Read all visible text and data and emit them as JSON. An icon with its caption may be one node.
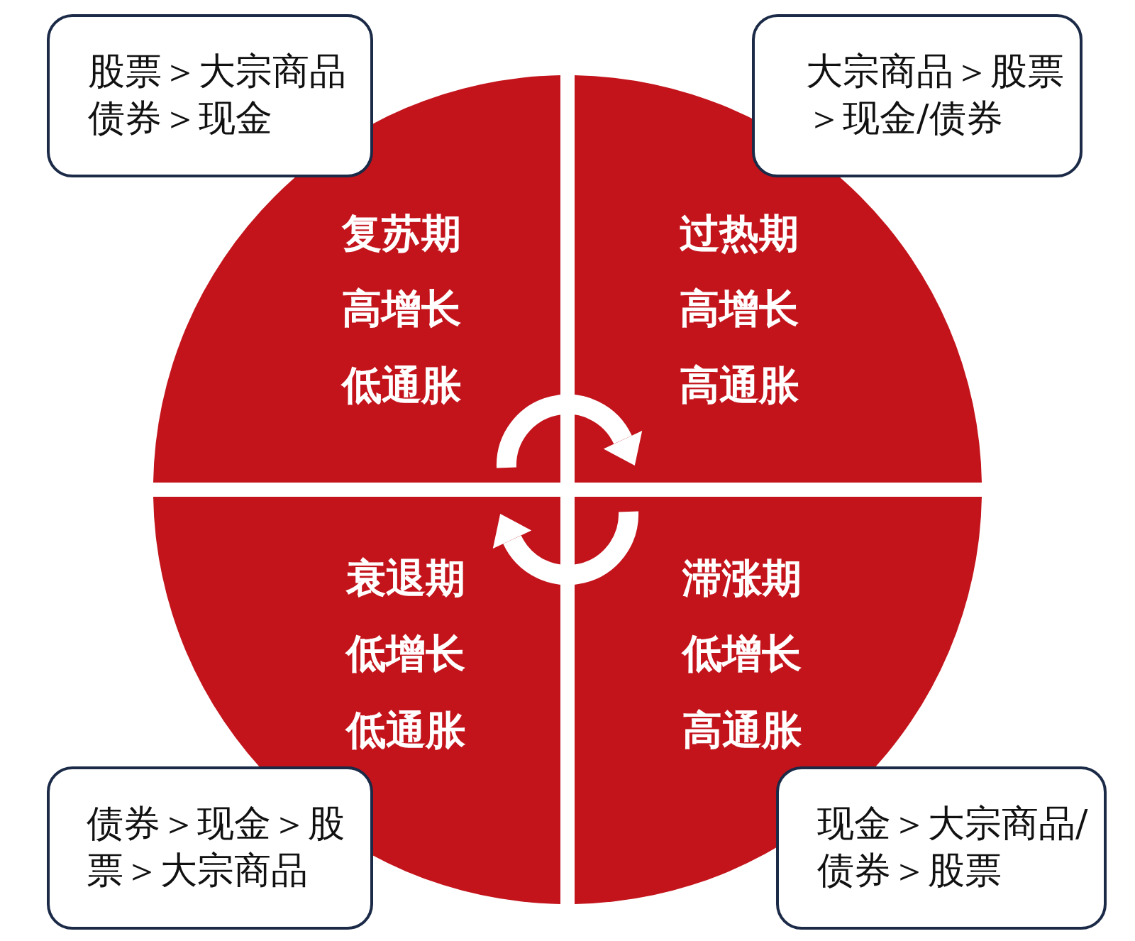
{
  "diagram": {
    "nodes": [
      {
        "text": [
          "股票＞大宗商品债券＞现金"
        ]
      },
      {
        "text": [
          "大宗商品＞股票＞现金/债券"
        ]
      },
      {
        "text": [
          "复苏期",
          "高增长",
          "低通胀"
        ]
      },
      {
        "text": [
          "过热期",
          "高增长",
          "高通胀"
        ]
      },
      {
        "text": [
          "衰退期",
          "低增长",
          "低通胀"
        ]
      },
      {
        "text": [
          "滞涨期",
          "低增长",
          "高通胀"
        ]
      },
      {
        "text": [
          "债券＞现金＞股票＞大宗商品"
        ]
      },
      {
        "text": [
          "现金＞大宗商品/债券＞股票"
        ]
      }
    ],
    "edges": [
      {
        "from": 2,
        "to": 3,
        "arrow": "to"
      },
      {
        "from": 5,
        "to": 4,
        "arrow": "to"
      }
    ]
  }
}
